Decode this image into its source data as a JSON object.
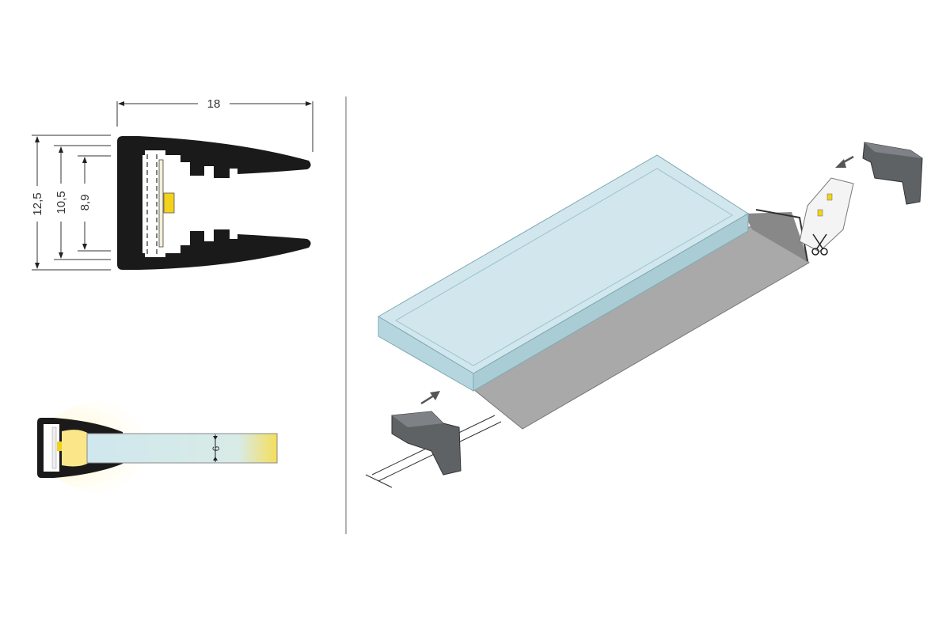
{
  "cross_section": {
    "width_label": "18",
    "height_outer_label": "12,5",
    "height_mid_label": "10,5",
    "height_inner_label": "8,9"
  },
  "glass_section": {
    "thickness_label": "6"
  },
  "icons": [
    "scissors-icon",
    "arrow-icon"
  ],
  "colors": {
    "profile": "#1a1a1a",
    "led": "#f2d21b",
    "glass": "#cfe7ee",
    "aluminium": "#a7a7a7",
    "end_cap": "#5f6265"
  }
}
